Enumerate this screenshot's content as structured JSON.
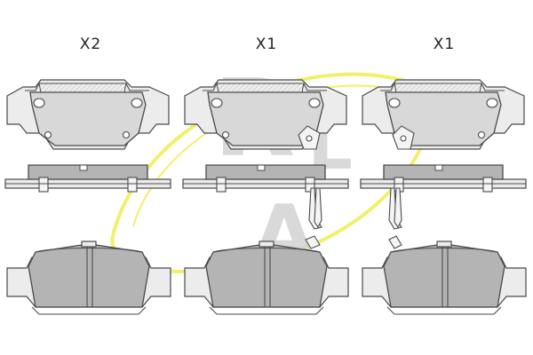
{
  "quantities": [
    "X2",
    "X1",
    "X1"
  ],
  "logo": {
    "letters": "RLA",
    "gray": "#cfcfcf",
    "yellow": "#f2ef6a"
  }
}
